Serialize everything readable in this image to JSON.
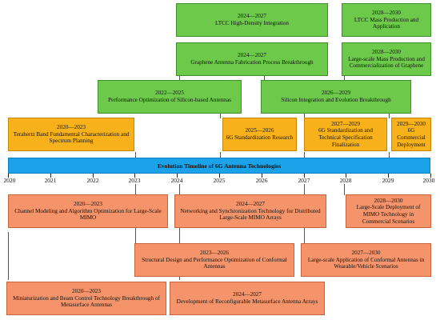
{
  "title": "Evolution Timeline of 6G Antenna Technologies",
  "years": [
    "2020",
    "2021",
    "2022",
    "2023",
    "2024",
    "2025",
    "2026",
    "2027",
    "2028",
    "2029",
    "2030"
  ],
  "colors": {
    "green": "#6cc94a",
    "yellow": "#f7b21b",
    "orange": "#f5946a",
    "bar": "#1aa3e8"
  },
  "boxes": [
    {
      "id": "ltcc-hd",
      "color": "green",
      "years": "2024—2027",
      "text": "LTCC High-Density Integration"
    },
    {
      "id": "ltcc-mass",
      "color": "green",
      "years": "2028—2030",
      "text": "LTCC Mass Production and Application"
    },
    {
      "id": "graphene-fab",
      "color": "green",
      "years": "2024—2027",
      "text": "Graphene Antenna Fabrication Process Breakthrough"
    },
    {
      "id": "graphene-mass",
      "color": "green",
      "years": "2028—2030",
      "text": "Large-scale Mass Production and Commercialization of Graphene"
    },
    {
      "id": "silicon-opt",
      "color": "green",
      "years": "2022—2025",
      "text": "Performance Optimization of Silicon-based Antennas"
    },
    {
      "id": "silicon-int",
      "color": "green",
      "years": "2026—2029",
      "text": "Silicon Integration and Evolution Breakthrough"
    },
    {
      "id": "thz",
      "color": "yellow",
      "years": "2020—2023",
      "text": "Terahertz Band Fundamental Characterization and Spectrum Planning"
    },
    {
      "id": "std-research",
      "color": "yellow",
      "years": "2025—2026",
      "text": "6G Standardization Research"
    },
    {
      "id": "std-final",
      "color": "yellow",
      "years": "2027—2029",
      "text": "6G Standardization and Technical Specification Finalization"
    },
    {
      "id": "commercial",
      "color": "yellow",
      "years": "2029—2030",
      "text": "6G Commercial Deployment"
    },
    {
      "id": "mimo-chan",
      "color": "orange",
      "years": "2020—2023",
      "text": "Channel Modeling and Algorithm Optimization for Large-Scale MIMO"
    },
    {
      "id": "mimo-net",
      "color": "orange",
      "years": "2024—2027",
      "text": "Networking and Synchronization Technology for Distributed Large-Scale MIMO Arrays"
    },
    {
      "id": "mimo-deploy",
      "color": "orange",
      "years": "2028—2030",
      "text": "Large-Scale Deployment of MIMO Technology in Commercial Scenarios"
    },
    {
      "id": "conformal-design",
      "color": "orange",
      "years": "2023—2026",
      "text": "Structural Design and Performance Optimization of Conformal Antennas"
    },
    {
      "id": "conformal-app",
      "color": "orange",
      "years": "2027—2030",
      "text": "Large-scale Application of Conformal Antennas in Wearable/Vehicle Scenarios"
    },
    {
      "id": "meta-mini",
      "color": "orange",
      "years": "2020—2023",
      "text": "Miniaturization and Beam Control Technology Breakthrough of Metasurface Antennas"
    },
    {
      "id": "meta-reconf",
      "color": "orange",
      "years": "2024—2027",
      "text": "Development of Reconfigurable Metasurface Antenna Arrays"
    }
  ]
}
